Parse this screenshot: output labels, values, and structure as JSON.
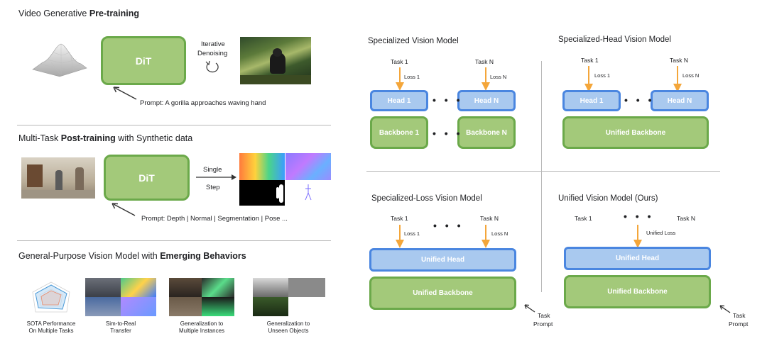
{
  "left": {
    "s1": {
      "title_pre": "Video Generative ",
      "title_bold": "Pre-training",
      "dit": "DiT",
      "iter1": "Iterative",
      "iter2": "Denoising",
      "prompt": "Prompt: A gorilla approaches waving hand"
    },
    "s2": {
      "title_pre": "Multi-Task ",
      "title_bold": "Post-training",
      "title_post": " with Synthetic data",
      "dit": "DiT",
      "single": "Single",
      "step": "Step",
      "prompt": "Prompt: Depth | Normal | Segmentation | Pose ..."
    },
    "s3": {
      "title_pre": "General-Purpose Vision Model with ",
      "title_bold": "Emerging Behaviors",
      "captions": [
        {
          "l1": "SOTA Performance",
          "l2": "On Multiple Tasks"
        },
        {
          "l1": "Sim-to-Real",
          "l2": "Transfer"
        },
        {
          "l1": "Generalization to",
          "l2": "Multiple Instances"
        },
        {
          "l1": "Generalization to",
          "l2": "Unseen Objects"
        }
      ]
    }
  },
  "right": {
    "q1": {
      "title": "Specialized Vision Model",
      "task1": "Task 1",
      "taskn": "Task N",
      "loss1": "Loss 1",
      "lossn": "Loss N",
      "head1": "Head 1",
      "headn": "Head N",
      "bb1": "Backbone 1",
      "bbn": "Backbone N",
      "dots": "• • •"
    },
    "q2": {
      "title": "Specialized-Head Vision Model",
      "task1": "Task 1",
      "taskn": "Task N",
      "loss1": "Loss 1",
      "lossn": "Loss N",
      "head1": "Head 1",
      "headn": "Head N",
      "bb": "Unified Backbone",
      "dots": "• • •"
    },
    "q3": {
      "title": "Specialized-Loss Vision Model",
      "task1": "Task 1",
      "taskn": "Task N",
      "loss1": "Loss 1",
      "lossn": "Loss N",
      "head": "Unified Head",
      "bb": "Unified Backbone",
      "dots": "• • •",
      "tp1": "Task",
      "tp2": "Prompt"
    },
    "q4": {
      "title": "Unified Vision Model (Ours)",
      "task1": "Task 1",
      "taskn": "Task N",
      "loss": "Unified Loss",
      "head": "Unified Head",
      "bb": "Unified Backbone",
      "dots": "• • •",
      "tp1": "Task",
      "tp2": "Prompt"
    }
  },
  "colors": {
    "green_fill": "#a3c97a",
    "green_border": "#6ba94a",
    "blue_fill": "#a9c9ef",
    "blue_border": "#4a86e0",
    "arrow": "#f4a63a"
  }
}
